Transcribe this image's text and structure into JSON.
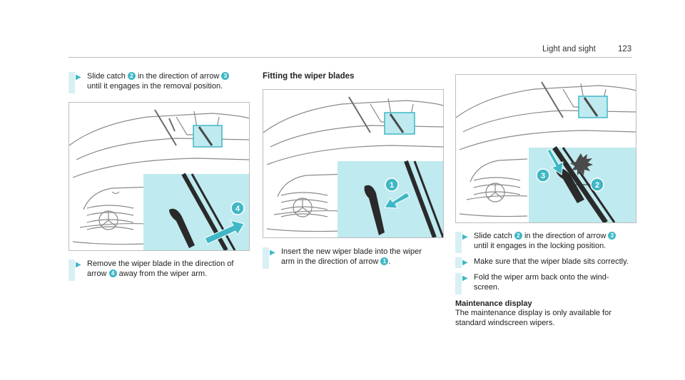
{
  "header": {
    "section": "Light and sight",
    "page": "123"
  },
  "col1": {
    "step1": {
      "line1_a": "Slide catch",
      "n1": "2",
      "line1_b": "in the direction of arrow",
      "n2": "3",
      "line2": "until it engages in the removal position."
    },
    "step2": {
      "line1": "Remove the wiper blade in the direction of",
      "line2_a": "arrow",
      "n": "4",
      "line2_b": "away from the wiper arm."
    },
    "figure_callouts": [
      "4"
    ]
  },
  "col2": {
    "heading": "Fitting the wiper blades",
    "step1": {
      "line1": "Insert the new wiper blade into the wiper",
      "line2_a": "arm in the direction of arrow",
      "n": "1",
      "line2_b": "."
    },
    "figure_callouts": [
      "1"
    ]
  },
  "col3": {
    "figure_callouts": [
      "3",
      "2"
    ],
    "step1": {
      "line1_a": "Slide catch",
      "n1": "2",
      "line1_b": "in the direction of arrow",
      "n2": "3",
      "line2": "until it engages in the locking position."
    },
    "step2": {
      "line1": "Make sure that the wiper blade sits correctly."
    },
    "step3": {
      "line1": "Fold the wiper arm back onto the wind-",
      "line2": "screen."
    },
    "maintenance": {
      "heading": "Maintenance display",
      "line1": "The maintenance display is only available for",
      "line2": "standard windscreen wipers."
    }
  },
  "colors": {
    "accent": "#3fb7c6",
    "inset": "#bfeaef",
    "bar": "#d8f0f4",
    "step_arrow": "#3fb7c6"
  },
  "icons": {
    "step": "play-triangle-icon",
    "callout": "numbered-circle-icon"
  }
}
